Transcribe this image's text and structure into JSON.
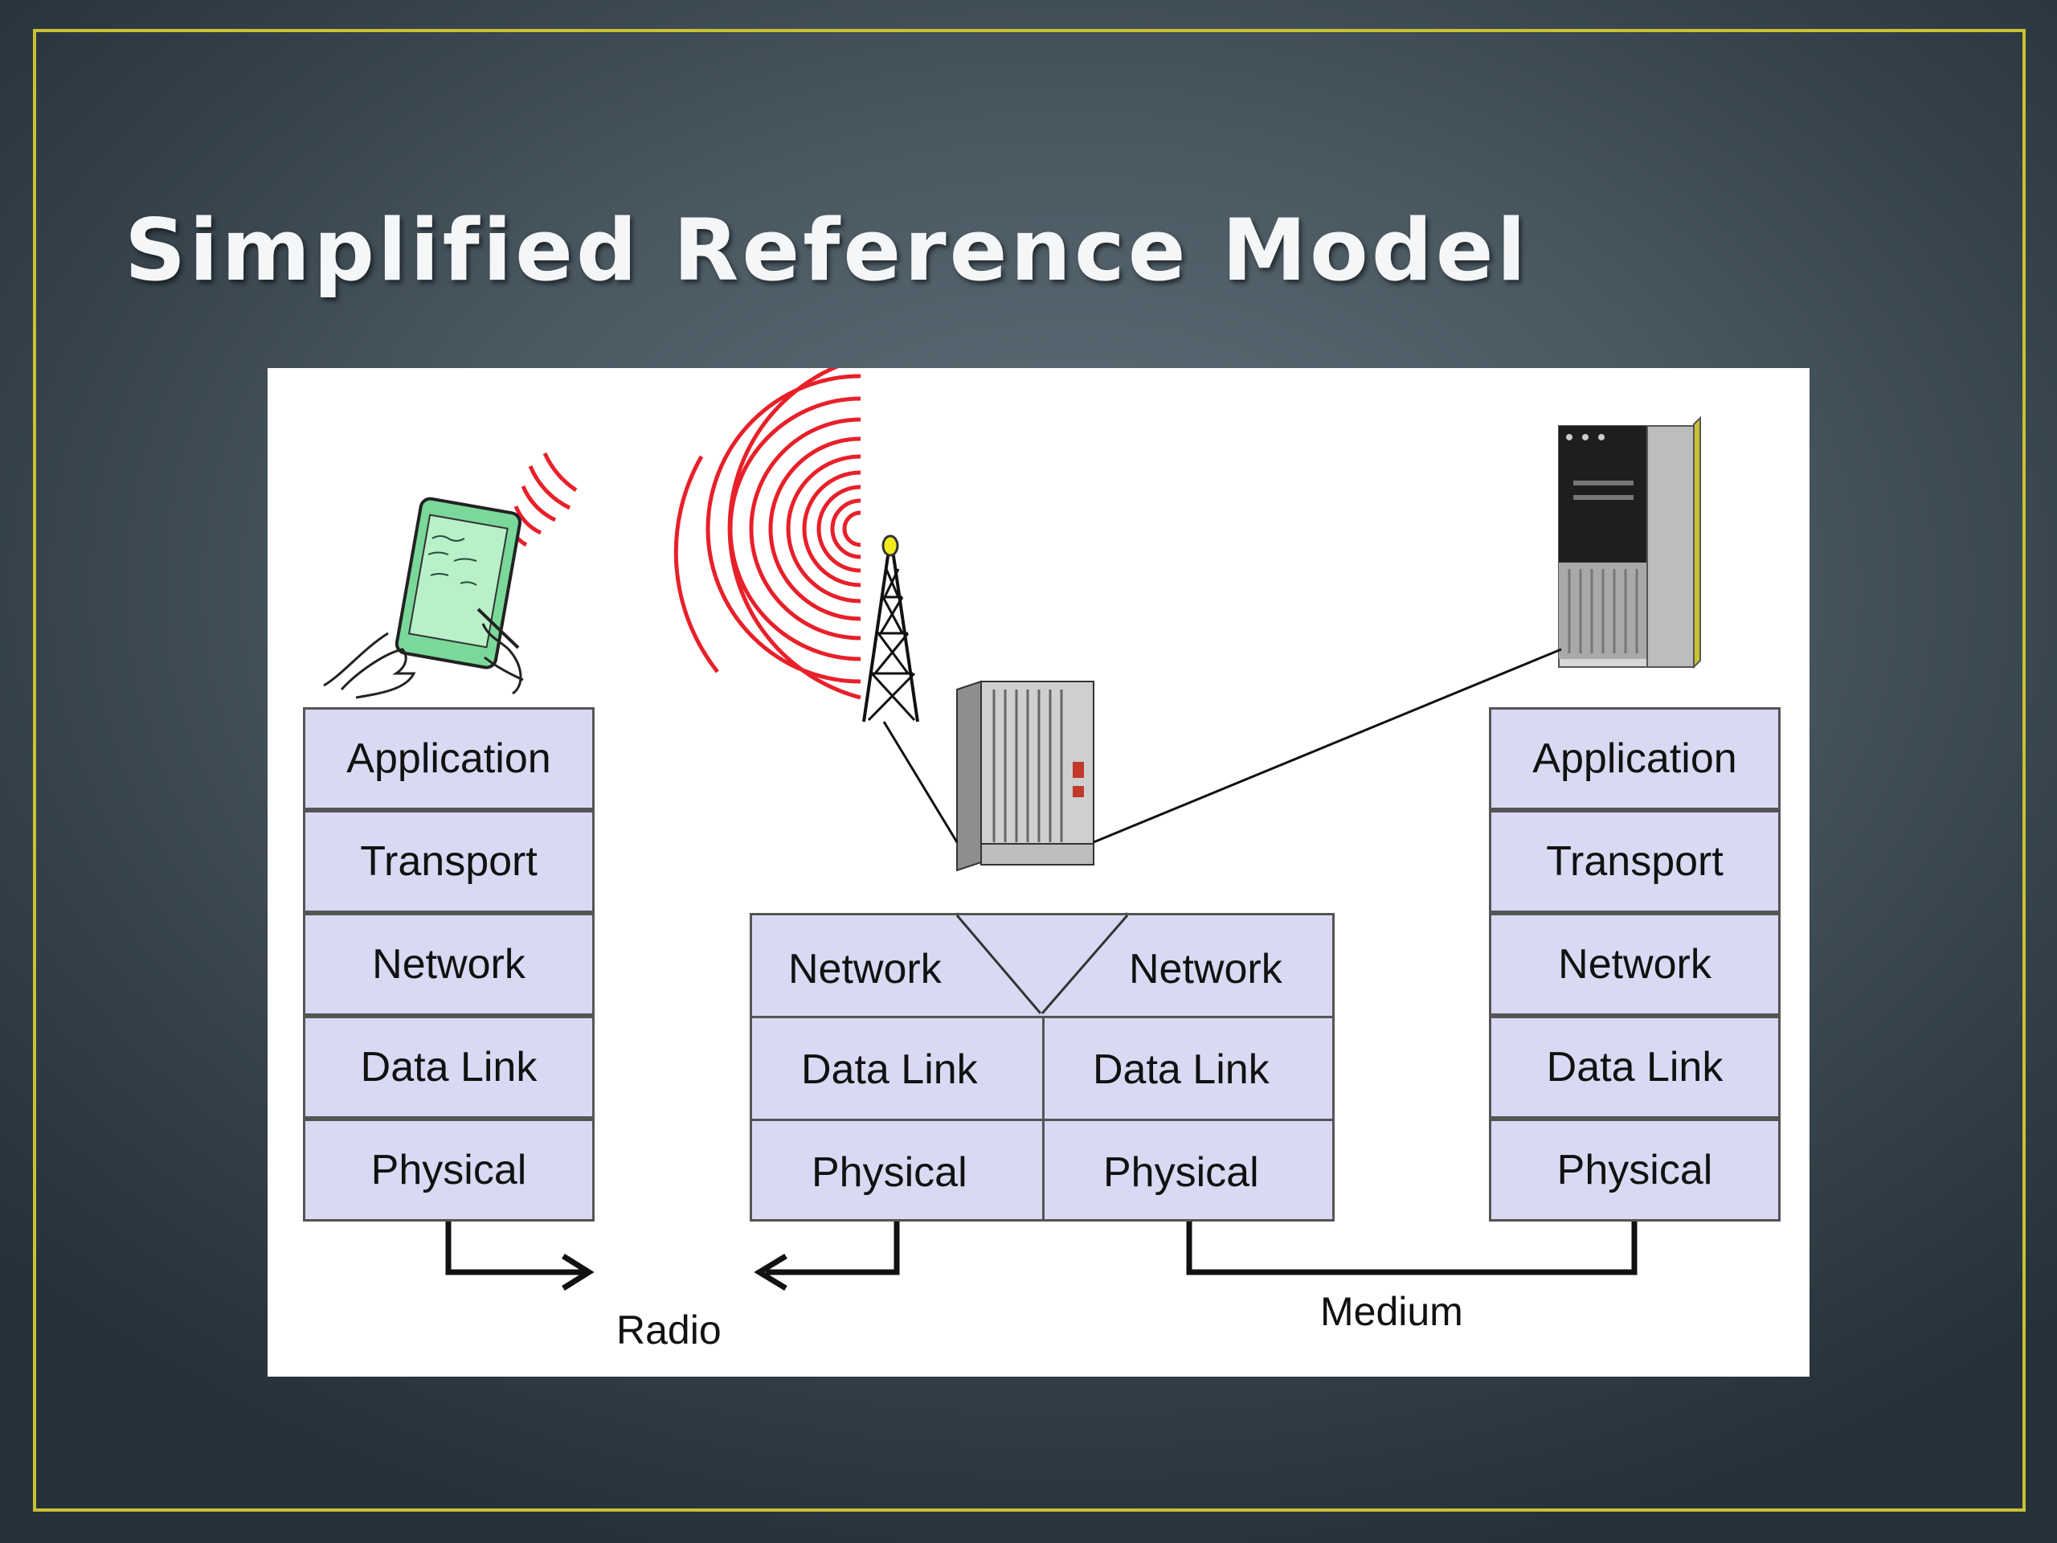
{
  "slide": {
    "title": "Simplified Reference Model"
  },
  "left_stack": {
    "layers": [
      "Application",
      "Transport",
      "Network",
      "Data Link",
      "Physical"
    ]
  },
  "router": {
    "left_network": "Network",
    "right_network": "Network",
    "left_datalink": "Data Link",
    "right_datalink": "Data Link",
    "left_physical": "Physical",
    "right_physical": "Physical"
  },
  "right_stack": {
    "layers": [
      "Application",
      "Transport",
      "Network",
      "Data Link",
      "Physical"
    ]
  },
  "links": {
    "radio": "Radio",
    "medium": "Medium"
  },
  "icons": {
    "tablet": "handheld-tablet-icon",
    "tower": "radio-tower-icon",
    "router": "router-rack-icon",
    "server": "server-tower-icon"
  },
  "colors": {
    "layer_fill": "#d9d9f3",
    "radio_waves": "#e8202a",
    "frame": "#c9c232"
  }
}
